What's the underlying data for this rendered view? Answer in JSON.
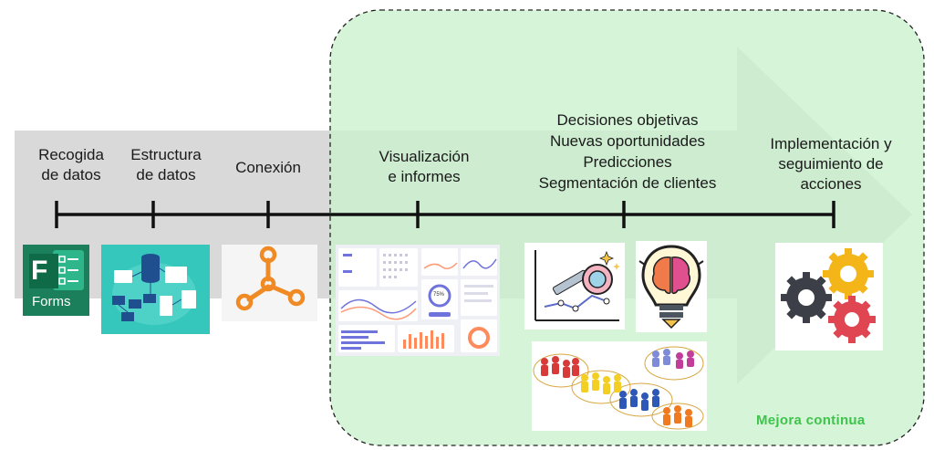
{
  "stages": [
    {
      "line1": "Recogida",
      "line2": "de datos"
    },
    {
      "line1": "Estructura",
      "line2": "de datos"
    },
    {
      "line1": "Conexión",
      "line2": ""
    },
    {
      "line1": "Visualización",
      "line2": "e informes"
    },
    {
      "line1": "Implementación y",
      "line2": "seguimiento de",
      "line3": "acciones"
    }
  ],
  "outcomes": [
    "Decisiones objetivas",
    "Nuevas oportunidades",
    "Predicciones",
    "Segmentación de clientes"
  ],
  "forms_label": "Forms",
  "forms_letter": "F",
  "dashboard_gauge": "75%",
  "continuous_improvement": "Mejora continua",
  "colors": {
    "arrow": "#d9d9d9",
    "green_zone": "#d5f5d7",
    "green_text": "#3ec44a",
    "forms_green": "#1a7f5a",
    "teal_bg": "#35c7bb",
    "connector_orange": "#f08a24"
  }
}
